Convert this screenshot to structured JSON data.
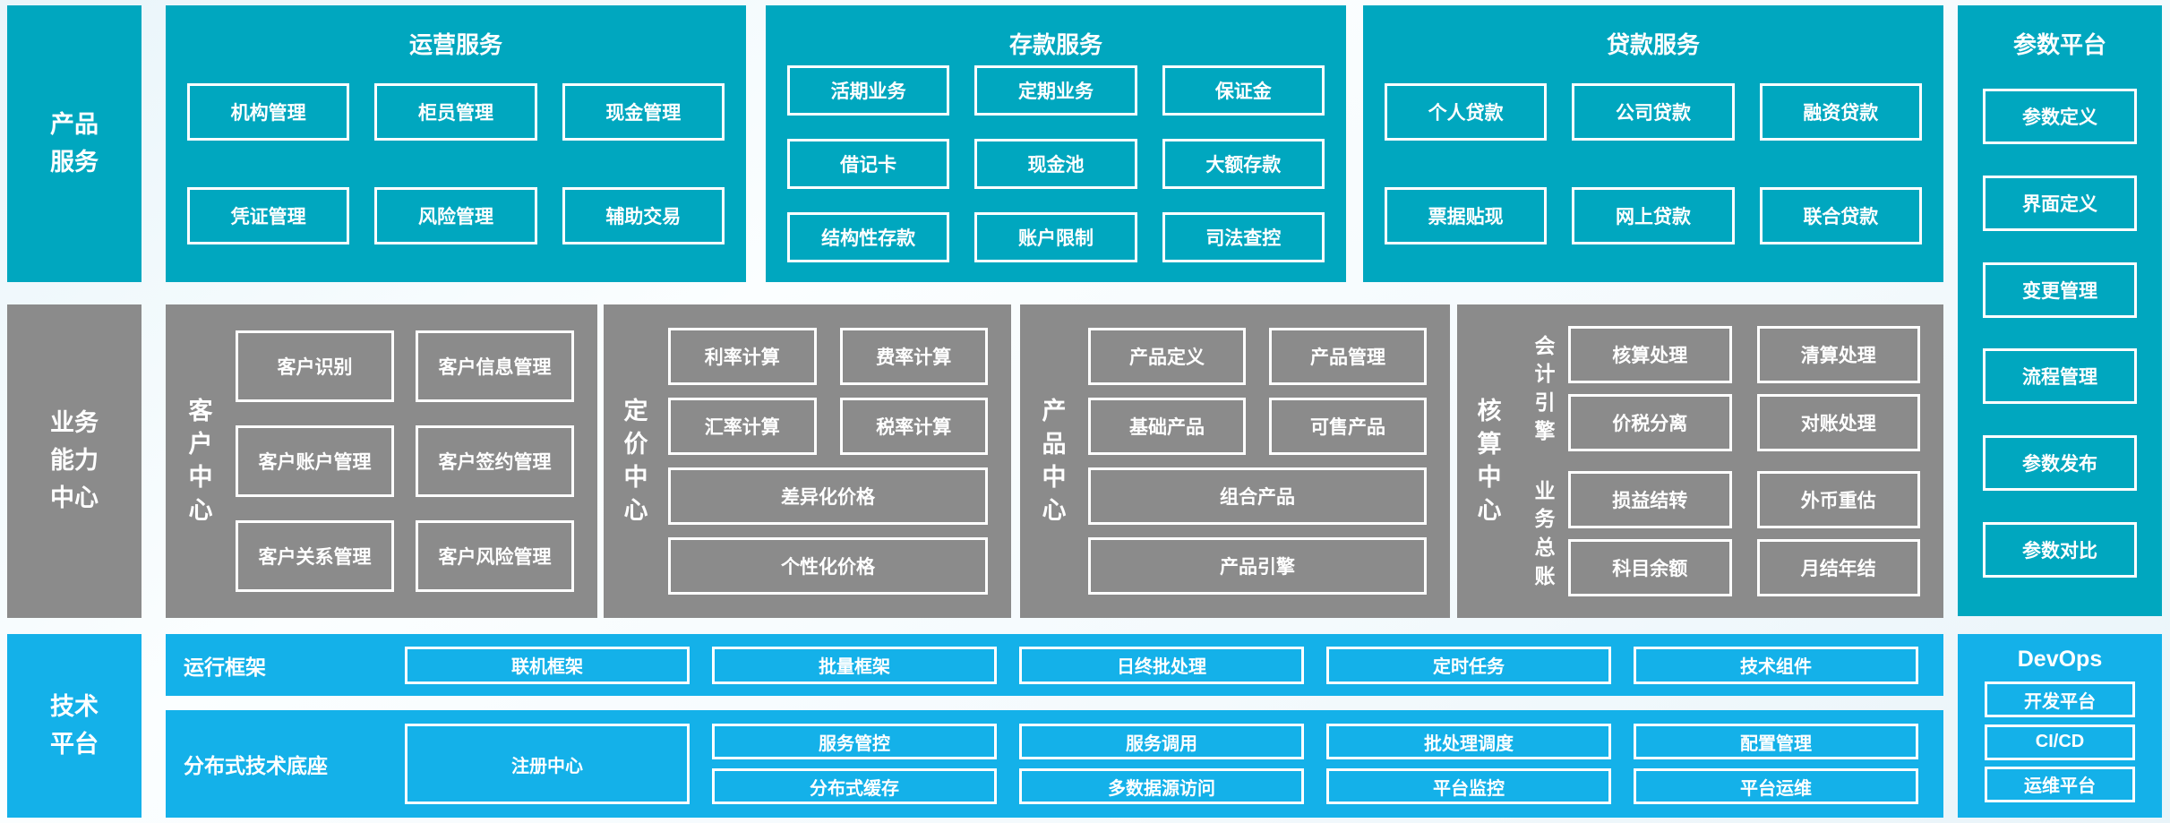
{
  "colors": {
    "teal": "#00a7bf",
    "gray": "#8b8b8b",
    "light_blue": "#14b1e9",
    "box_border": "#ffffff",
    "text": "#ffffff",
    "background": "#f4fafd"
  },
  "products_band": {
    "side_label": "产品服务",
    "ops": {
      "title": "运营服务",
      "items": [
        "机构管理",
        "柜员管理",
        "现金管理",
        "凭证管理",
        "风险管理",
        "辅助交易"
      ]
    },
    "deposit": {
      "title": "存款服务",
      "items": [
        "活期业务",
        "定期业务",
        "保证金",
        "借记卡",
        "现金池",
        "大额存款",
        "结构性存款",
        "账户限制",
        "司法查控"
      ]
    },
    "loan": {
      "title": "贷款服务",
      "items": [
        "个人贷款",
        "公司贷款",
        "融资贷款",
        "票据贴现",
        "网上贷款",
        "联合贷款"
      ]
    }
  },
  "business_band": {
    "side_label": "业务能力中心",
    "customer": {
      "label": "客户中心",
      "items": [
        "客户识别",
        "客户信息管理",
        "客户账户管理",
        "客户签约管理",
        "客户关系管理",
        "客户风险管理"
      ]
    },
    "pricing": {
      "label": "定价中心",
      "items": [
        "利率计算",
        "费率计算",
        "汇率计算",
        "税率计算"
      ],
      "wide": [
        "差异化价格",
        "个性化价格"
      ]
    },
    "product": {
      "label": "产品中心",
      "items": [
        "产品定义",
        "产品管理",
        "基础产品",
        "可售产品"
      ],
      "wide": [
        "组合产品",
        "产品引擎"
      ]
    },
    "accounting": {
      "label": "核算中心",
      "groups": [
        {
          "label": "会计引擎",
          "items": [
            "核算处理",
            "清算处理",
            "价税分离",
            "对账处理"
          ]
        },
        {
          "label": "业务总账",
          "items": [
            "损益结转",
            "外币重估",
            "科目余额",
            "月结年结"
          ]
        }
      ]
    }
  },
  "tech_band": {
    "side_label": "技术平台",
    "runtime": {
      "label": "运行框架",
      "items": [
        "联机框架",
        "批量框架",
        "日终批处理",
        "定时任务",
        "技术组件"
      ]
    },
    "foundation": {
      "label": "分布式技术底座",
      "registry": "注册中心",
      "columns": [
        [
          "服务管控",
          "分布式缓存"
        ],
        [
          "服务调用",
          "多数据源访问"
        ],
        [
          "批处理调度",
          "平台监控"
        ],
        [
          "配置管理",
          "平台运维"
        ]
      ]
    }
  },
  "right_column": {
    "params": {
      "title": "参数平台",
      "items": [
        "参数定义",
        "界面定义",
        "变更管理",
        "流程管理",
        "参数发布",
        "参数对比"
      ]
    },
    "devops": {
      "title": "DevOps",
      "items": [
        "开发平台",
        "CI/CD",
        "运维平台"
      ]
    }
  }
}
